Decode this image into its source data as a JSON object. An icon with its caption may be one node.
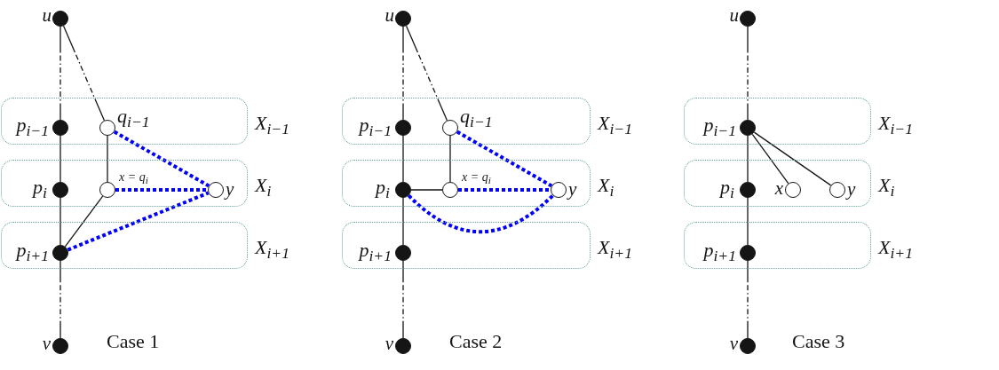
{
  "diagram": {
    "nodes": [
      {
        "text": [],
        "shape": "dot",
        "beside": [
          "u"
        ]
      },
      {
        "text": [
          "X$_{i−1}$"
        ]
      },
      {
        "text": [],
        "shape": "dot",
        "in": 1,
        "beside": [
          "p$_{i−1}$"
        ]
      },
      {
        "text": [],
        "shape": "circle",
        "in": 1,
        "beside": [
          "q$_{i−1}$"
        ]
      },
      {
        "text": [
          "X$_{i}$"
        ]
      },
      {
        "text": [],
        "shape": "dot",
        "in": 4,
        "beside": [
          "p$_{i}$"
        ]
      },
      {
        "text": [],
        "shape": "circle",
        "in": 4,
        "beside": [
          "x = q$_{i}$"
        ]
      },
      {
        "text": [],
        "shape": "circle",
        "in": 4,
        "beside": [
          "y"
        ]
      },
      {
        "text": [
          "X$_{i+1}$"
        ]
      },
      {
        "text": [],
        "shape": "dot",
        "in": 8,
        "beside": [
          "p$_{i+1}$"
        ]
      },
      {
        "text": [],
        "shape": "dot",
        "beside": [
          "v"
        ]
      },
      {
        "text": [],
        "shape": "dot",
        "beside": [
          "u"
        ]
      },
      {
        "text": [
          "X$_{i−1}$"
        ]
      },
      {
        "text": [],
        "shape": "dot",
        "in": 12,
        "beside": [
          "p$_{i−1}$"
        ]
      },
      {
        "text": [],
        "shape": "circle",
        "in": 12,
        "beside": [
          "q$_{i−1}$"
        ]
      },
      {
        "text": [
          "X$_{i}$"
        ]
      },
      {
        "text": [],
        "shape": "dot",
        "in": 15,
        "beside": [
          "p$_{i}$"
        ]
      },
      {
        "text": [],
        "shape": "circle",
        "in": 15,
        "beside": [
          "x = q$_{i}$"
        ]
      },
      {
        "text": [],
        "shape": "circle",
        "in": 15,
        "beside": [
          "y"
        ]
      },
      {
        "text": [
          "X$_{i+1}$"
        ]
      },
      {
        "text": [],
        "shape": "dot",
        "in": 19,
        "beside": [
          "p$_{i+1}$"
        ]
      },
      {
        "text": [],
        "shape": "dot",
        "beside": [
          "v"
        ]
      },
      {
        "text": [],
        "shape": "dot",
        "beside": [
          "u"
        ]
      },
      {
        "text": [
          "X$_{i−1}$"
        ]
      },
      {
        "text": [],
        "shape": "dot",
        "in": 23,
        "beside": [
          "p$_{i−1}$"
        ]
      },
      {
        "text": [
          "X$_{i}$"
        ]
      },
      {
        "text": [],
        "shape": "dot",
        "in": 25,
        "beside": [
          "p$_{i}$"
        ]
      },
      {
        "text": [],
        "shape": "circle",
        "in": 25,
        "beside": [
          "x"
        ]
      },
      {
        "text": [],
        "shape": "circle",
        "in": 25,
        "beside": [
          "y"
        ]
      },
      {
        "text": [
          "X$_{i+1}$"
        ]
      },
      {
        "text": [],
        "shape": "dot",
        "in": 29,
        "beside": [
          "p$_{i+1}$"
        ]
      },
      {
        "text": [],
        "shape": "dot",
        "beside": [
          "v"
        ]
      }
    ],
    "edges": [
      {
        "from": 0,
        "to": 2,
        "arrow": "none",
        "style": "dashed"
      },
      {
        "from": 2,
        "to": 5,
        "arrow": "none"
      },
      {
        "from": 5,
        "to": 9,
        "arrow": "none"
      },
      {
        "from": 9,
        "to": 10,
        "arrow": "none",
        "style": "dashed"
      },
      {
        "from": 0,
        "to": 3,
        "arrow": "none",
        "style": "dashed"
      },
      {
        "from": 3,
        "to": 6,
        "arrow": "none"
      },
      {
        "from": 6,
        "to": 9,
        "arrow": "none"
      },
      {
        "from": 3,
        "to": 7,
        "arrow": "none",
        "style": "dashed",
        "color": "#0000ff"
      },
      {
        "from": 6,
        "to": 7,
        "arrow": "none",
        "style": "dashed",
        "color": "#0000ff"
      },
      {
        "from": 9,
        "to": 7,
        "arrow": "none",
        "style": "dashed",
        "color": "#0000ff"
      },
      {
        "from": 11,
        "to": 13,
        "arrow": "none",
        "style": "dashed"
      },
      {
        "from": 13,
        "to": 16,
        "arrow": "none"
      },
      {
        "from": 16,
        "to": 20,
        "arrow": "none"
      },
      {
        "from": 20,
        "to": 21,
        "arrow": "none",
        "style": "dashed"
      },
      {
        "from": 11,
        "to": 14,
        "arrow": "none",
        "style": "dashed"
      },
      {
        "from": 14,
        "to": 17,
        "arrow": "none"
      },
      {
        "from": 16,
        "to": 17,
        "arrow": "none"
      },
      {
        "from": 14,
        "to": 18,
        "arrow": "none",
        "style": "dashed",
        "color": "#0000ff"
      },
      {
        "from": 17,
        "to": 18,
        "arrow": "none",
        "style": "dashed",
        "color": "#0000ff"
      },
      {
        "from": 16,
        "to": 18,
        "arrow": "none",
        "style": "dashed",
        "color": "#0000ff"
      },
      {
        "from": 22,
        "to": 24,
        "arrow": "none",
        "style": "dashed"
      },
      {
        "from": 24,
        "to": 26,
        "arrow": "none"
      },
      {
        "from": 26,
        "to": 30,
        "arrow": "none"
      },
      {
        "from": 30,
        "to": 31,
        "arrow": "none",
        "style": "dashed"
      },
      {
        "from": 24,
        "to": 27,
        "arrow": "none"
      },
      {
        "from": 24,
        "to": 28,
        "arrow": "none"
      }
    ],
    "labels": [
      "Case 1",
      "Case 2",
      "Case 3"
    ]
  }
}
